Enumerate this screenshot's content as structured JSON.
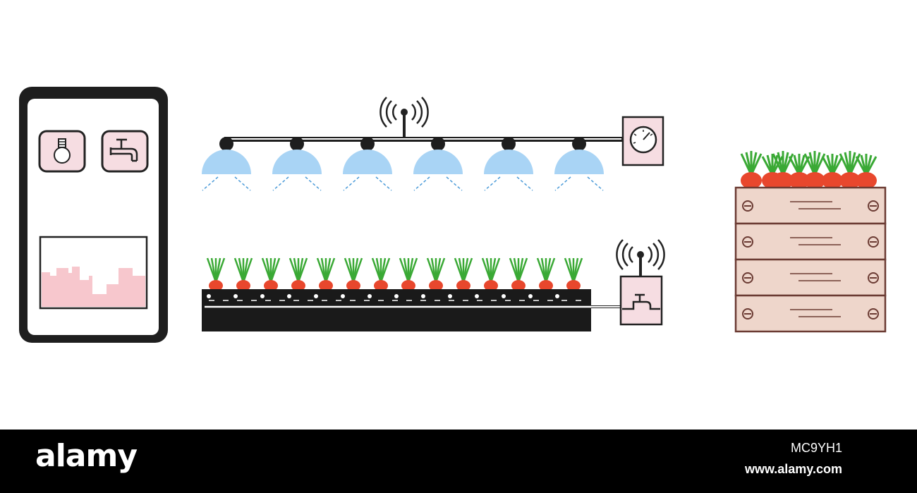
{
  "colors": {
    "outline": "#222222",
    "lamp": "#a9d4f5",
    "ray": "#4a9ad8",
    "phone_icon_bg": "#f6dde2",
    "chart_fill": "#f7c7cd",
    "box": "#eed6cb",
    "box_line": "#6b3b33",
    "carrot": "#e8472d",
    "leaf": "#3aa935",
    "soil": "#1a1a1a",
    "footer_bg": "#000000"
  },
  "icons": {
    "phone_light": "lightbulb-icon",
    "phone_water": "water-tap-icon",
    "lamp_controller": "gauge-icon",
    "wifi": "wifi-signal-icon",
    "valve": "water-valve-icon"
  },
  "scene": {
    "lamp_count": 6,
    "plant_count": 14
  },
  "footer": {
    "brand": "alamy",
    "image_id": "MC9YH1",
    "site": "www.alamy.com"
  }
}
